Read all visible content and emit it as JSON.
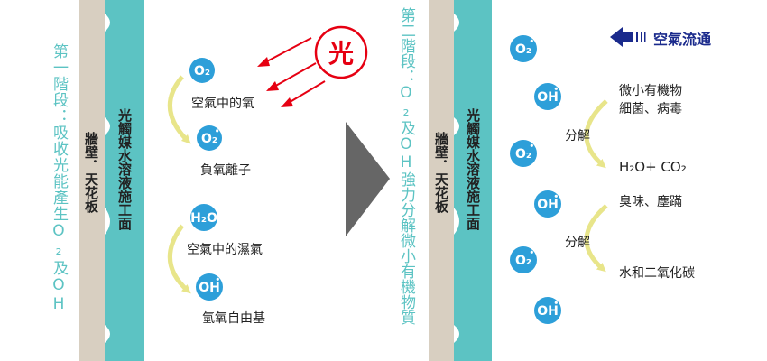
{
  "stage1": {
    "title": "第一階段：吸收光能產生O₂及OH",
    "wall_label": "牆壁．天花板",
    "surface_label": "光觸媒水溶液施工面",
    "light_label": "光",
    "molecules": [
      "O₂",
      "O₂",
      "H₂O",
      "OH"
    ],
    "descriptions": [
      "空氣中的氧",
      "負氧離子",
      "空氣中的濕氣",
      "氫氧自由基"
    ]
  },
  "stage2": {
    "title": "第二階段：O₂及OH強力分解微小有機物質",
    "wall_label": "牆壁．天花板",
    "surface_label": "光觸媒水溶液施工面",
    "airflow_label": "空氣流通",
    "molecules": [
      "O₂",
      "OH",
      "O₂",
      "OH",
      "O₂",
      "OH"
    ],
    "reactions": [
      {
        "input": "微小有機物",
        "input2": "細菌、病毒",
        "action": "分解",
        "output": "H₂O+ CO₂"
      },
      {
        "input": "臭味、塵蹣",
        "input2": "",
        "action": "分解",
        "output": "水和二氧化碳"
      }
    ]
  },
  "colors": {
    "teal": "#5cc3c3",
    "beige": "#d8cfc1",
    "blue": "#2d9fd9",
    "yellow": "#e8e58a",
    "red": "#e60012",
    "navy": "#1a2a8c",
    "gray_arrow": "#666666"
  }
}
